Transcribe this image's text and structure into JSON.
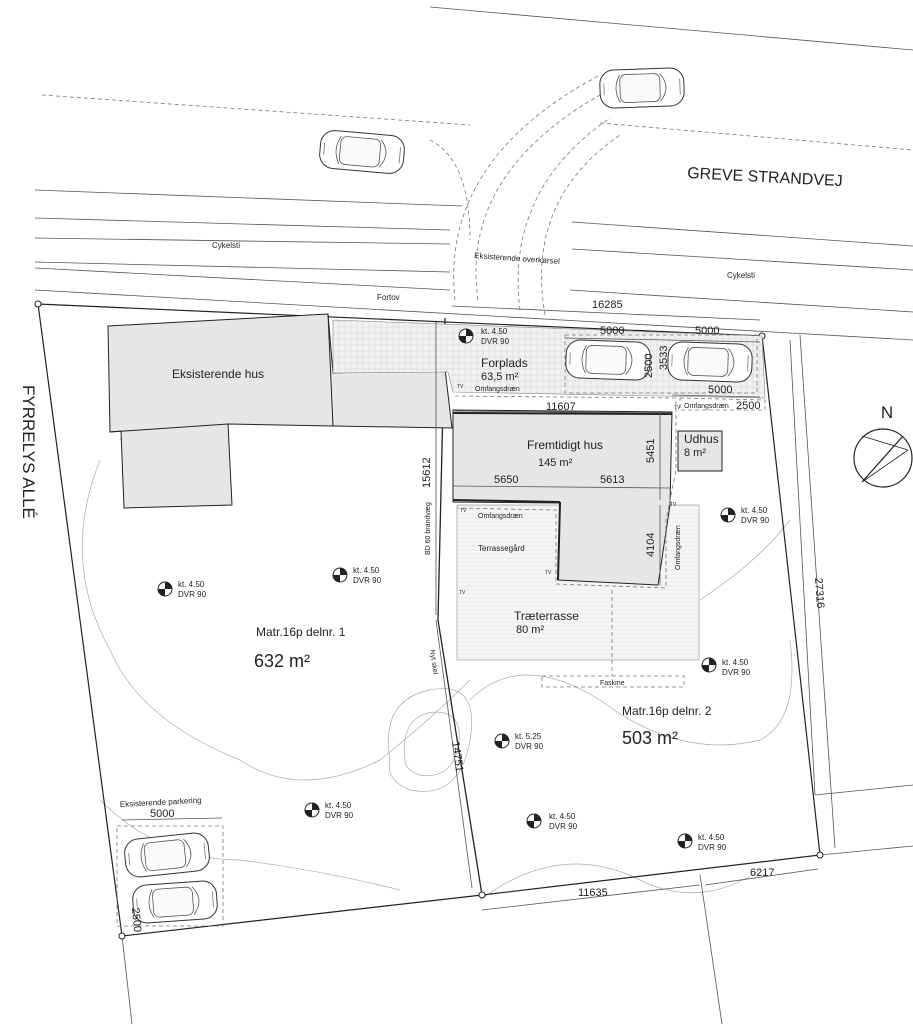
{
  "roads": {
    "main_road": "GREVE STRANDVEJ",
    "side_road": "FYRRELYS ALLÉ",
    "bike_path_left": "Cykelsti",
    "bike_path_right": "Cykelsti",
    "driveway": "Eksisterende overkørsel",
    "sidewalk": "Fortov"
  },
  "buildings": {
    "existing_house": "Eksisterende hus",
    "future_house_name": "Fremtidigt hus",
    "future_house_area": "145 m²",
    "shed_name": "Udhus",
    "shed_area": "8 m²",
    "forecourt_name": "Forplads",
    "forecourt_area": "63,5 m²",
    "terrace_name": "Træterrasse",
    "terrace_area": "80 m²",
    "terrace_yard": "Terrassegård",
    "septic": "Faskine"
  },
  "drains": {
    "forecourt": "Omfangsdræn",
    "shed": "Omfangsdræn",
    "terrace": "Omfangsdræn",
    "side": "Omfangsdræn"
  },
  "plots": {
    "plot1_name": "Matr.16p delnr. 1",
    "plot1_area": "632 m²",
    "plot2_name": "Matr.16p delnr. 2",
    "plot2_area": "503 m²",
    "new_boundary": "Nyt skel",
    "fire_wall": "BD 60 brandvæg",
    "existing_parking": "Eksisterende parkering"
  },
  "dimensions": {
    "top_total": "16285",
    "park_a": "5000",
    "park_b": "5000",
    "park_depth": "2500",
    "park_depth2": "3533",
    "shed_row_len": "5000",
    "shed_row_depth": "2500",
    "house_width": "11607",
    "house_depth": "5451",
    "house_left": "5650",
    "house_right": "5613",
    "wing_depth": "4104",
    "left_boundary": "15612",
    "new_boundary": "14751",
    "right_side": "27316",
    "bottom_a": "11635",
    "bottom_b": "6217",
    "old_park_len": "5000",
    "old_park_depth": "2500"
  },
  "levels": [
    {
      "kt": "kt. 4.50",
      "dvr": "DVR 90"
    },
    {
      "kt": "kt. 4.50",
      "dvr": "DVR 90"
    },
    {
      "kt": "kt. 4.50",
      "dvr": "DVR 90"
    },
    {
      "kt": "kt. 4.50",
      "dvr": "DVR 90"
    },
    {
      "kt": "kt. 4.50",
      "dvr": "DVR 90"
    },
    {
      "kt": "kt. 5.25",
      "dvr": "DVR 90"
    },
    {
      "kt": "kt. 4.50",
      "dvr": "DVR 90"
    },
    {
      "kt": "kt. 4.50",
      "dvr": "DVR 90"
    },
    {
      "kt": "kt. 4.50",
      "dvr": "DVR 90"
    }
  ],
  "north_label": "N",
  "small_marks": {
    "a": "TV",
    "b": "TV",
    "c": "TV",
    "d": "TV",
    "e": "TV",
    "f": "TV"
  }
}
